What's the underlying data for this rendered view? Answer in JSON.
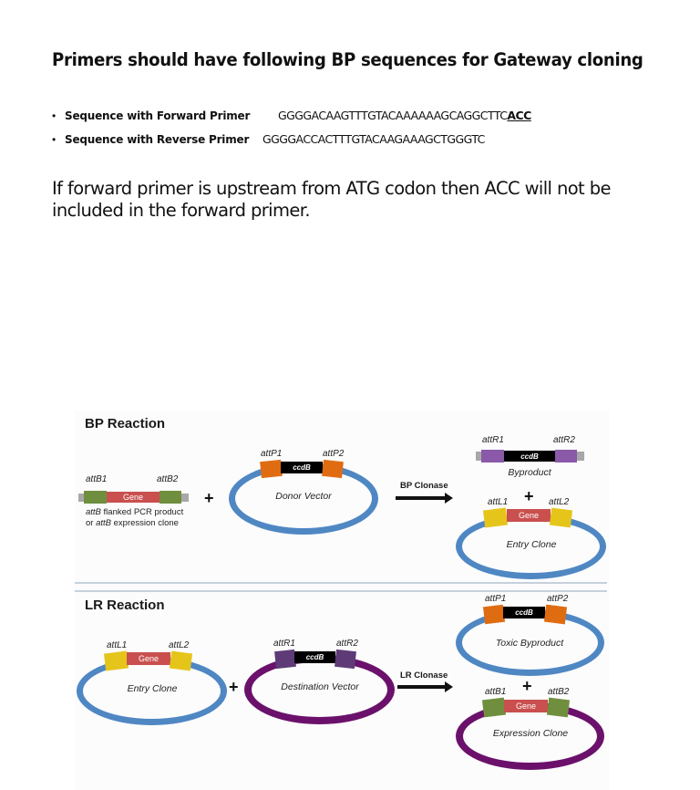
{
  "slide": {
    "title": "Primers should have following BP sequences for Gateway cloning",
    "bullets": [
      {
        "label": "Sequence with Forward Primer",
        "sequence": "GGGGACAAGTTTGTACAAAAAAGCAGGCTTC",
        "emphasis": "ACC"
      },
      {
        "label": "Sequence with Reverse Primer",
        "sequence": "GGGGACCACTTTGTACAAGAAAGCTGGGTC",
        "emphasis": ""
      }
    ],
    "bullet_glyph": "•",
    "note": "If forward primer is upstream from ATG codon then ACC will not be included in the forward primer."
  },
  "diagram": {
    "colors": {
      "attB_green": "#6f8f3e",
      "gene_red": "#c9504f",
      "attP_orange": "#e06c12",
      "attR_purple": "#8a5aa8",
      "attR_dest_purple": "#5e3b77",
      "attL_yellow": "#e6c51a",
      "ccdB_black": "#000000",
      "end_gray": "#a8a8a8",
      "donor_blue": "#4f87c3",
      "dest_purple": "#6b116b",
      "separator": "#c6d1dc"
    },
    "bp": {
      "heading": "BP Reaction",
      "pcr_product": {
        "left_label": "attB1",
        "right_label": "attB2",
        "gene": "Gene",
        "caption_line1_italic": "attB",
        "caption_line1_rest": " flanked PCR product",
        "caption_line2_pre": "or ",
        "caption_line2_italic": "attB",
        "caption_line2_rest": " expression clone"
      },
      "plus": "+",
      "donor_vector": {
        "left_label": "attP1",
        "right_label": "attP2",
        "insert": "ccdB",
        "name": "Donor Vector"
      },
      "enzyme": "BP Clonase",
      "byproduct": {
        "left_label": "attR1",
        "right_label": "attR2",
        "insert": "ccdB",
        "name": "Byproduct"
      },
      "result_plus": "+",
      "entry_clone": {
        "left_label": "attL1",
        "right_label": "attL2",
        "gene": "Gene",
        "name": "Entry Clone"
      }
    },
    "lr": {
      "heading": "LR Reaction",
      "entry_clone": {
        "left_label": "attL1",
        "right_label": "attL2",
        "gene": "Gene",
        "name": "Entry Clone"
      },
      "plus": "+",
      "destination_vector": {
        "left_label": "attR1",
        "right_label": "attR2",
        "insert": "ccdB",
        "name": "Destination Vector"
      },
      "enzyme": "LR Clonase",
      "toxic_byproduct": {
        "left_label": "attP1",
        "right_label": "attP2",
        "insert": "ccdB",
        "name": "Toxic Byproduct"
      },
      "result_plus": "+",
      "expression_clone": {
        "left_label": "attB1",
        "right_label": "attB2",
        "gene": "Gene",
        "name": "Expression Clone"
      }
    }
  }
}
